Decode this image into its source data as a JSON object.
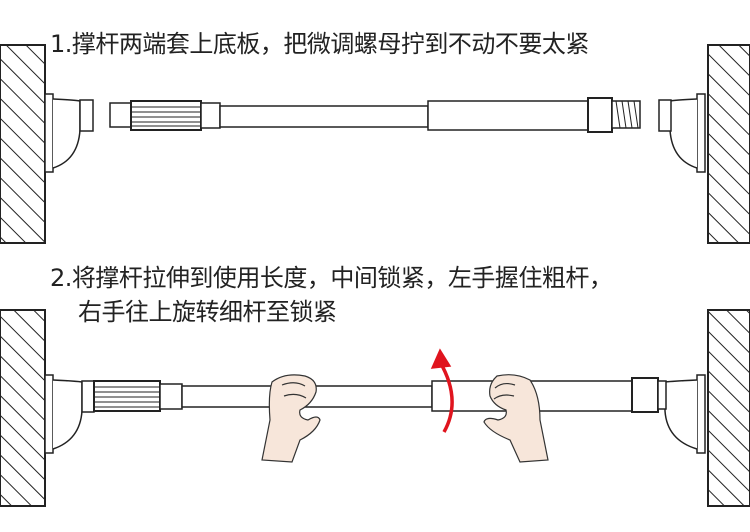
{
  "steps": [
    {
      "text": "1.撑杆两端套上底板，把微调螺母拧到不动不要太紧"
    },
    {
      "text_line1": "2.将撑杆拉伸到使用长度，中间锁紧，左手握住粗杆，",
      "text_line2": "右手往上旋转细杆至锁紧"
    }
  ],
  "colors": {
    "arrow": "#e0141e",
    "line": "#222222",
    "hand": "#f7e6da"
  }
}
